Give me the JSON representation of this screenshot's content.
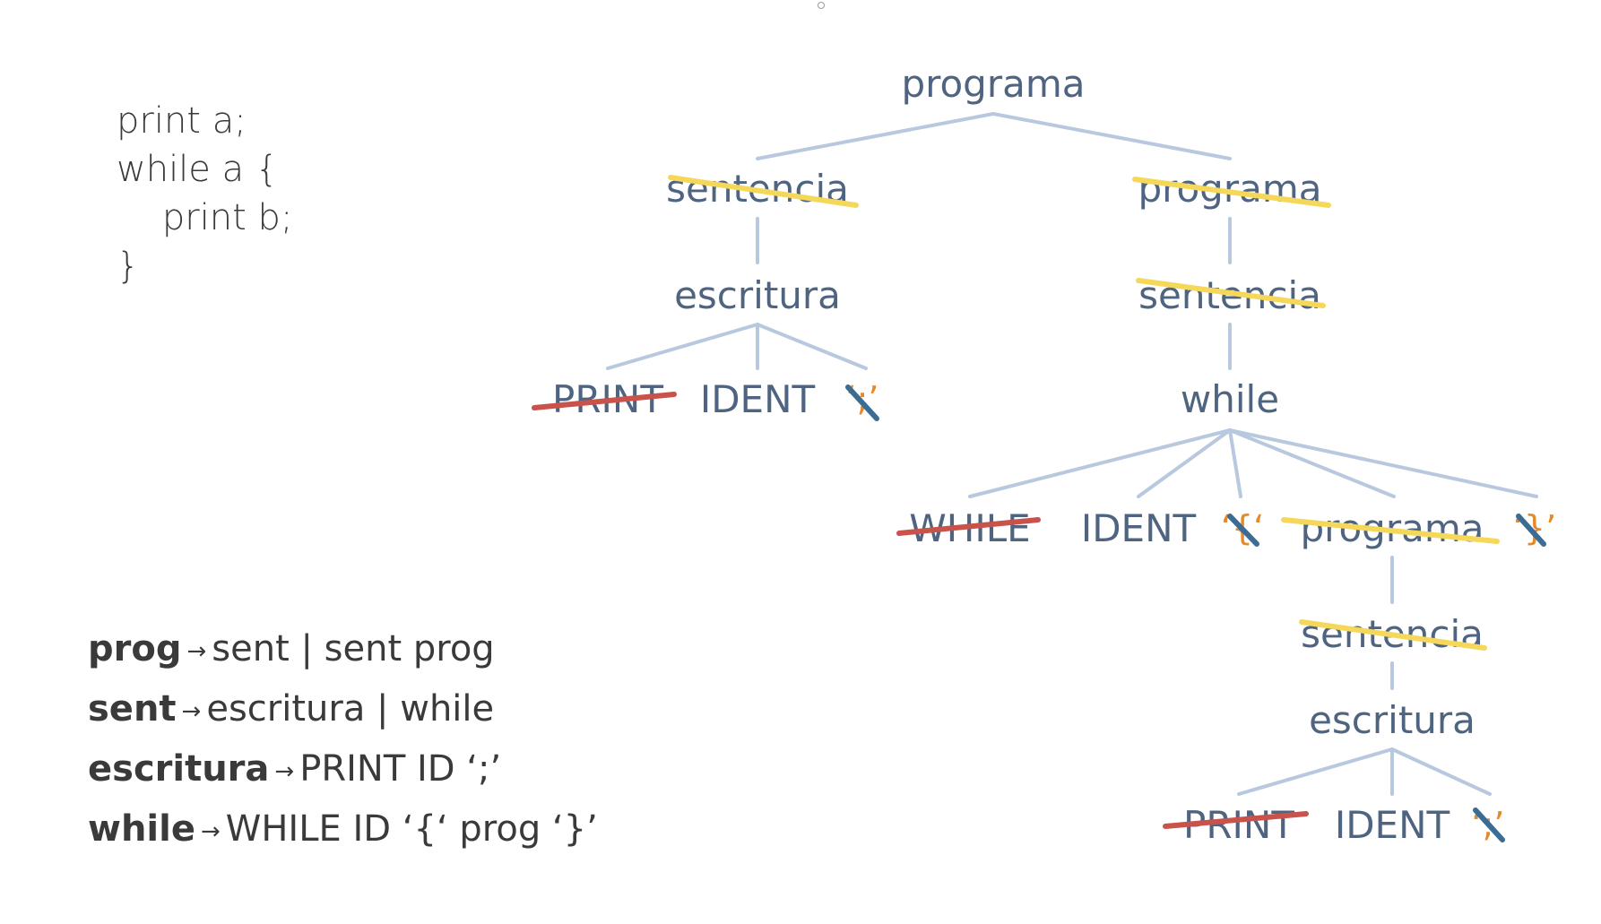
{
  "code": {
    "lines": [
      "print a;",
      "while a {",
      "    print b;",
      "}"
    ]
  },
  "grammar": {
    "rules": [
      {
        "lhs": "prog",
        "arrow": "→",
        "rhs": "sent | sent prog"
      },
      {
        "lhs": "sent",
        "arrow": "→",
        "rhs": "escritura | while"
      },
      {
        "lhs": "escritura",
        "arrow": "→",
        "rhs": "PRINT ID ‘;’"
      },
      {
        "lhs": "while",
        "arrow": "→",
        "rhs": "WHILE ID ‘{‘ prog ‘}’"
      }
    ]
  },
  "tree": {
    "root": "programa",
    "n_sentencia1": "sentencia",
    "n_programa1": "programa",
    "n_escritura1": "escritura",
    "n_sentencia2": "sentencia",
    "n_print1": "PRINT",
    "n_ident1": "IDENT",
    "n_semi1": "‘;’",
    "n_while": "while",
    "n_WHILE": "WHILE",
    "n_ident2": "IDENT",
    "n_lbrace": "‘{‘",
    "n_programa2": "programa",
    "n_rbrace": "‘}’",
    "n_sentencia3": "sentencia",
    "n_escritura2": "escritura",
    "n_print2": "PRINT",
    "n_ident3": "IDENT",
    "n_semi2": "‘;’"
  },
  "colors": {
    "edge": "#b8c9df",
    "node_text": "#4f6480",
    "strike_red": "#c9524a",
    "strike_yellow": "#f5d85a",
    "strike_blue": "#3b6c94",
    "quote": "#e58a2b"
  }
}
